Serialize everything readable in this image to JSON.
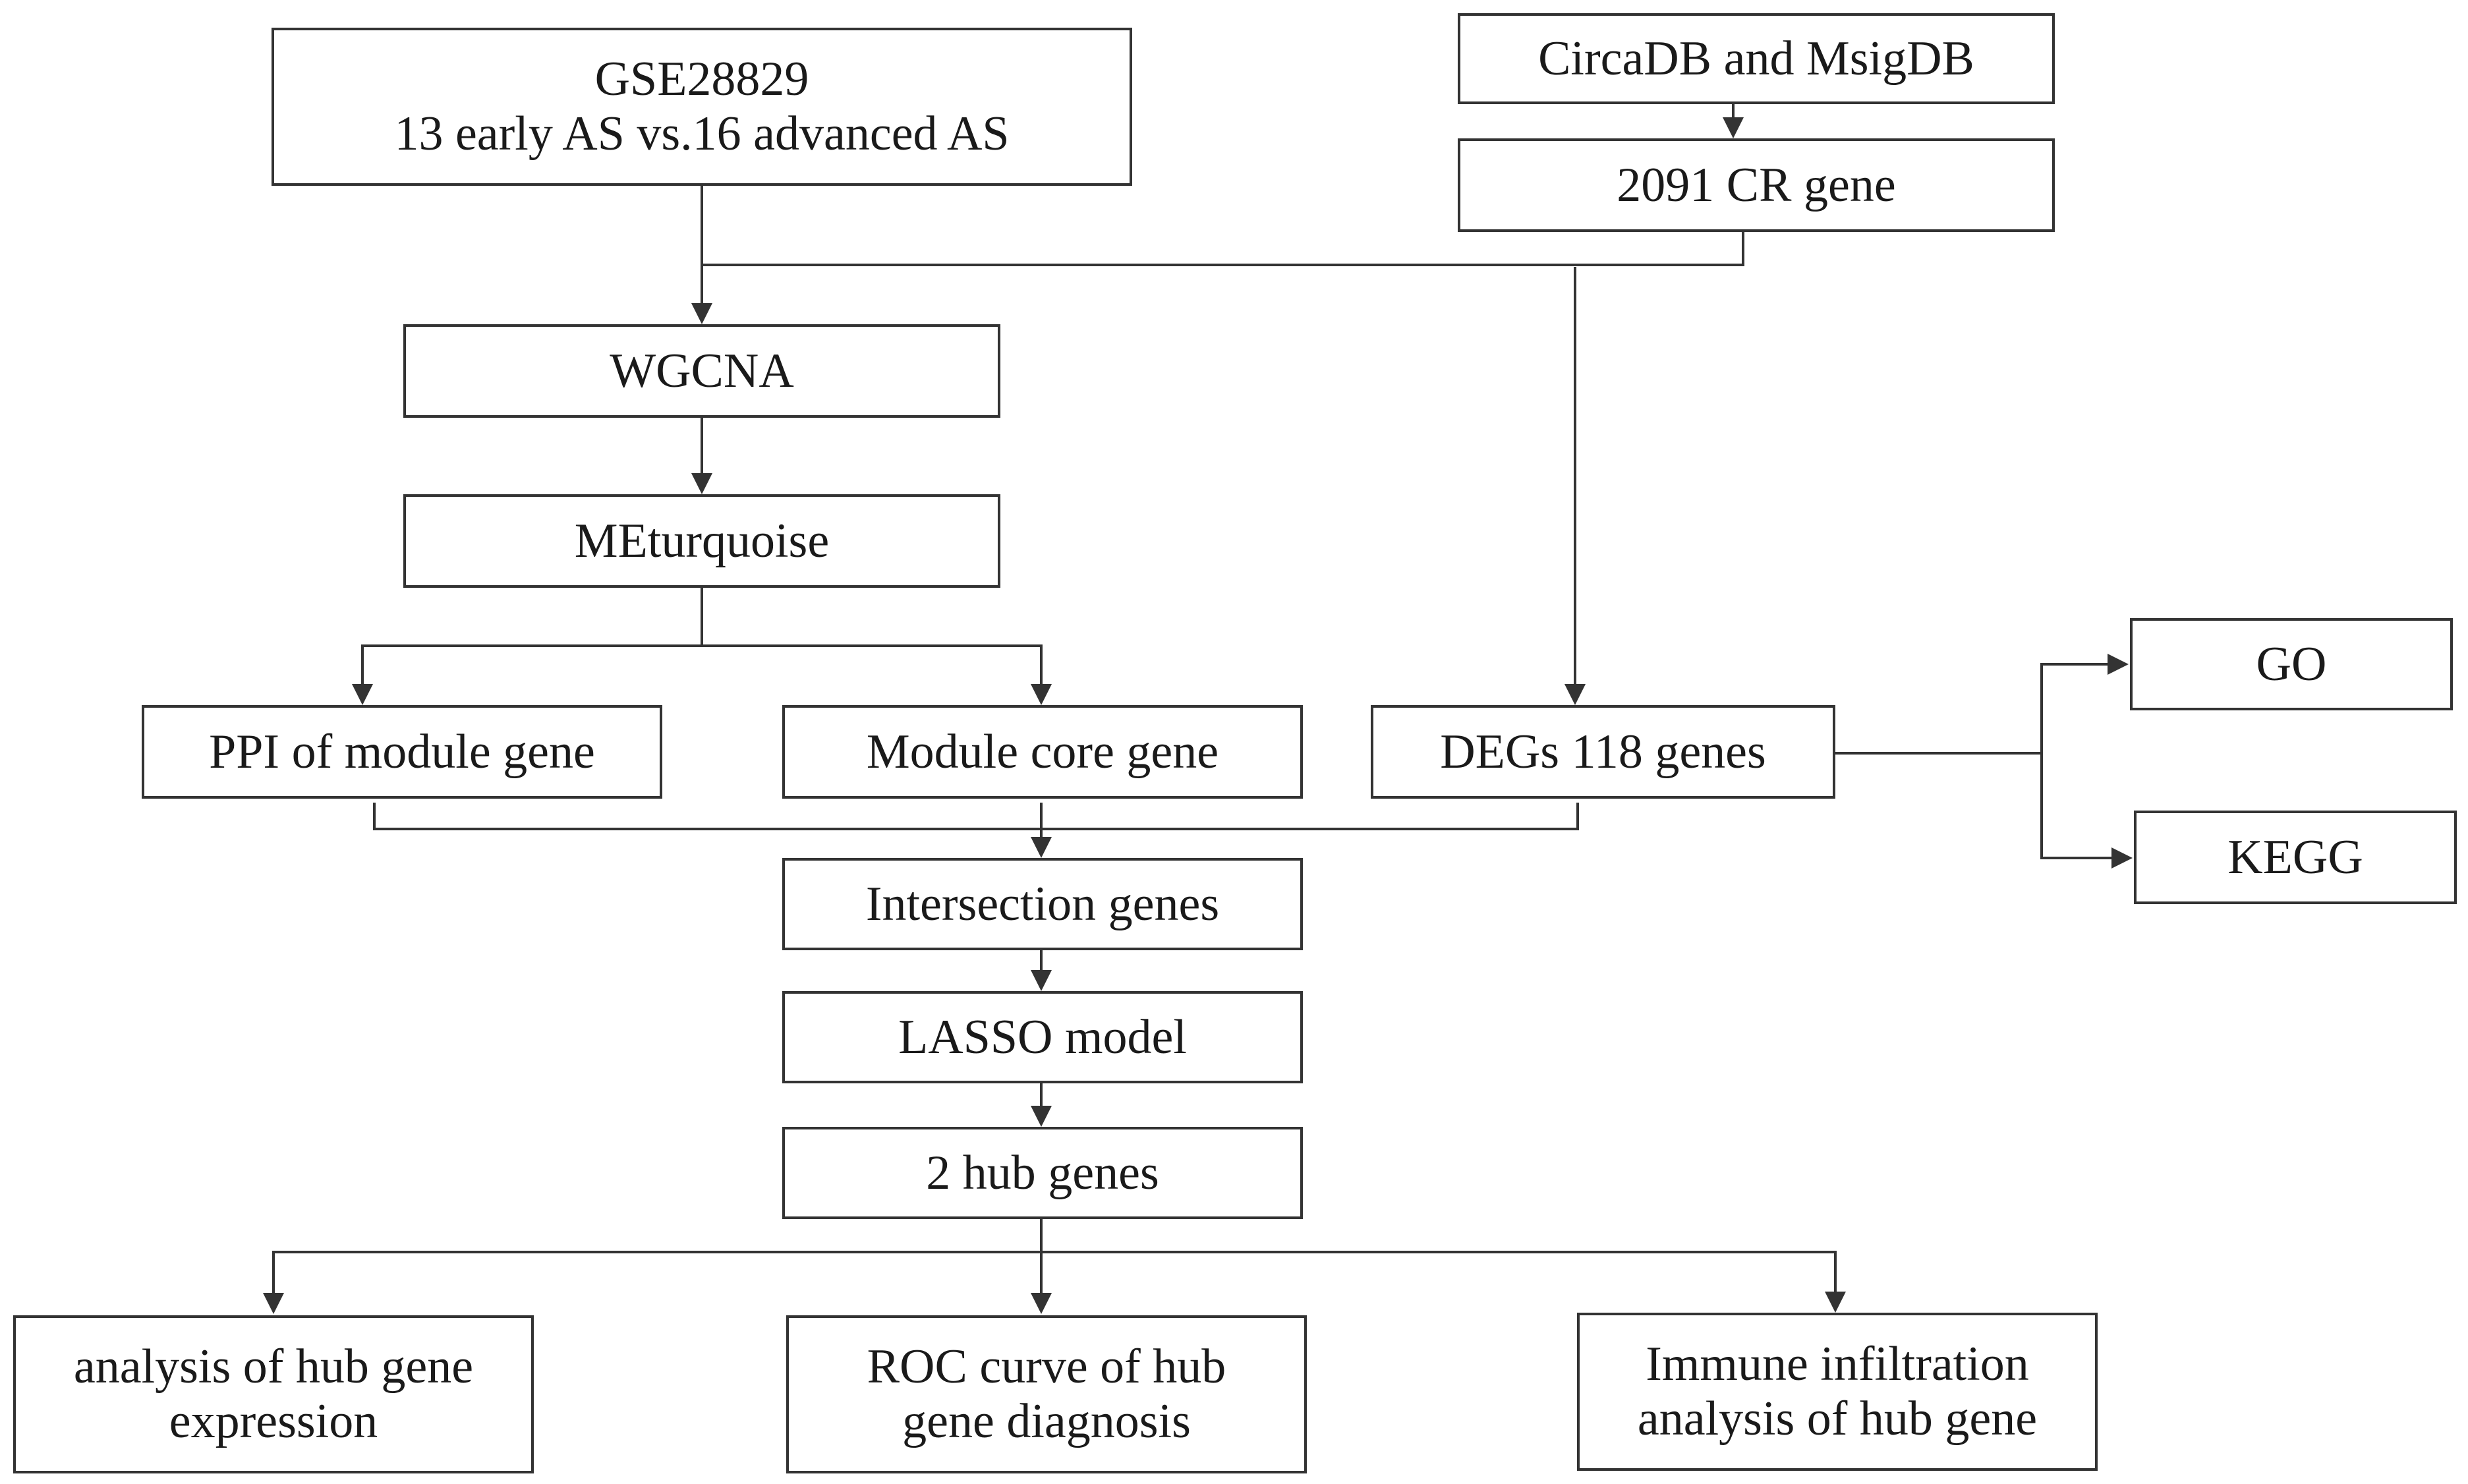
{
  "nodes": {
    "gse": {
      "line1": "GSE28829",
      "line2": "13 early AS vs.16 advanced AS"
    },
    "circadb": {
      "label": "CircaDB and MsigDB"
    },
    "cr_gene": {
      "label": "2091 CR gene"
    },
    "wgcna": {
      "label": "WGCNA"
    },
    "meturquoise": {
      "label": "MEturquoise"
    },
    "ppi": {
      "label": "PPI of module gene"
    },
    "module_core": {
      "label": "Module core gene"
    },
    "degs": {
      "label": "DEGs 118 genes"
    },
    "go": {
      "label": "GO"
    },
    "kegg": {
      "label": "KEGG"
    },
    "intersection": {
      "label": "Intersection genes"
    },
    "lasso": {
      "label": "LASSO model"
    },
    "hub": {
      "label": "2 hub genes"
    },
    "expr": {
      "line1": "analysis of hub gene",
      "line2": "expression"
    },
    "roc": {
      "line1": "ROC curve of hub",
      "line2": "gene diagnosis"
    },
    "immune": {
      "line1": "Immune infiltration",
      "line2": "analysis of hub gene"
    }
  },
  "colors": {
    "line": "#333333",
    "text": "#1a1a1a",
    "background": "#ffffff"
  }
}
